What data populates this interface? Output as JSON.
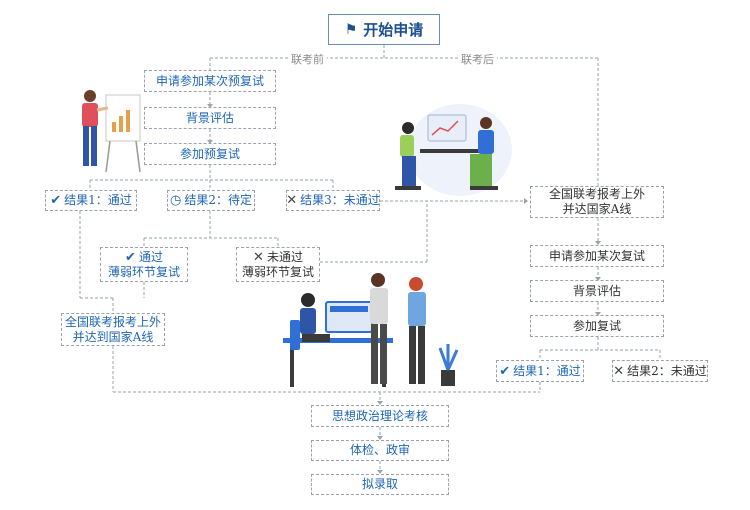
{
  "start": {
    "label": "开始申请",
    "icon": "flag-icon"
  },
  "branches": {
    "before": "联考前",
    "after": "联考后"
  },
  "left": {
    "apply": "申请参加某次预复试",
    "evaluate": "背景评估",
    "attend": "参加预复试",
    "result1": "结果1：通过",
    "result2": "结果2：待定",
    "result3": "结果3：未通过",
    "pass_weak_1": "通过",
    "pass_weak_2": "薄弱环节复试",
    "fail_weak_1": "未通过",
    "fail_weak_2": "薄弱环节复试",
    "national_1": "全国联考报考上外",
    "national_2": "并达到国家A线"
  },
  "right": {
    "national_1": "全国联考报考上外",
    "national_2": "并达国家A线",
    "apply": "申请参加某次复试",
    "evaluate": "背景评估",
    "attend": "参加复试",
    "result1": "结果1：通过",
    "result2": "结果2：未通过"
  },
  "bottom": {
    "politics": "思想政治理论考核",
    "physical": "体检、政审",
    "admit": "拟录取"
  },
  "colors": {
    "accent": "#1f66b5",
    "line": "#9aa3ad",
    "figure_blue": "#2f6fd6",
    "figure_red": "#e0505a"
  }
}
